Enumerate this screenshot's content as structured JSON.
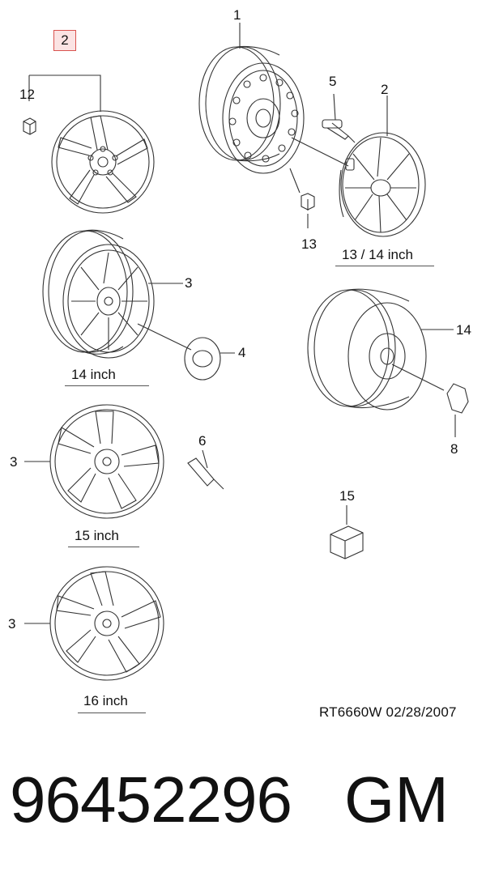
{
  "callouts": {
    "c1": "1",
    "c2_box": "2",
    "c2": "2",
    "c3a": "3",
    "c3b": "3",
    "c3c": "3",
    "c4": "4",
    "c5": "5",
    "c6": "6",
    "c8": "8",
    "c12": "12",
    "c13": "13",
    "c14": "14",
    "c15": "15"
  },
  "captions": {
    "cap_13_14": "13 / 14 inch",
    "cap_14": "14 inch",
    "cap_15": "15 inch",
    "cap_16": "16 inch"
  },
  "reference": "RT6660W  02/28/2007",
  "part_number": "96452296",
  "brand": "GM",
  "colors": {
    "line": "#333333",
    "highlight_border": "#d9534f",
    "highlight_fill": "#fbe3e3"
  }
}
